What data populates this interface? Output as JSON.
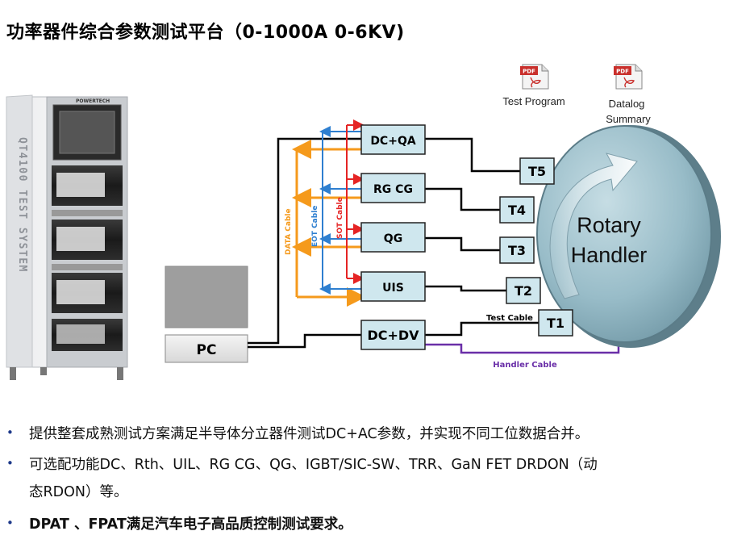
{
  "title": "功率器件综合参数测试平台（0-1000A 0-6KV)",
  "rack": {
    "brand": "POWERTECH",
    "side_text": "QT4100 TEST SYSTEM"
  },
  "pc_label": "PC",
  "modules": [
    "DC+QA",
    "RG  CG",
    "QG",
    "UIS",
    "DC+DV"
  ],
  "cables": {
    "data": "DATA Cable",
    "eot": "EOT Cable",
    "sot": "SOT Cable",
    "test": "Test Cable",
    "handler": "Handler Cable"
  },
  "stations": [
    "T5",
    "T4",
    "T3",
    "T2",
    "T1"
  ],
  "handler": {
    "line1": "Rotary",
    "line2": "Handler"
  },
  "docs": {
    "test_program": "Test Program",
    "datalog_line1": "Datalog",
    "datalog_line2": "Summary",
    "pdf_badge": "PDF"
  },
  "bullets": [
    "提供整套成熟测试方案满足半导体分立器件测试DC+AC参数，并实现不同工位数据合并。",
    "可选配功能DC、Rth、UIL、RG CG、QG、IGBT/SIC-SW、TRR、GaN FET DRDON（动",
    "态RDON）等。",
    "DPAT 、FPAT满足汽车电子高品质控制测试要求。"
  ],
  "colors": {
    "data_cable": "#f59a1c",
    "eot_cable": "#2e7fd0",
    "sot_cable": "#e52424",
    "handler_cable": "#6a2fa8",
    "module_fill": "#cfe7ee",
    "handler_fill": "#8fb6c4",
    "station_fill": "#cfe7ee"
  }
}
